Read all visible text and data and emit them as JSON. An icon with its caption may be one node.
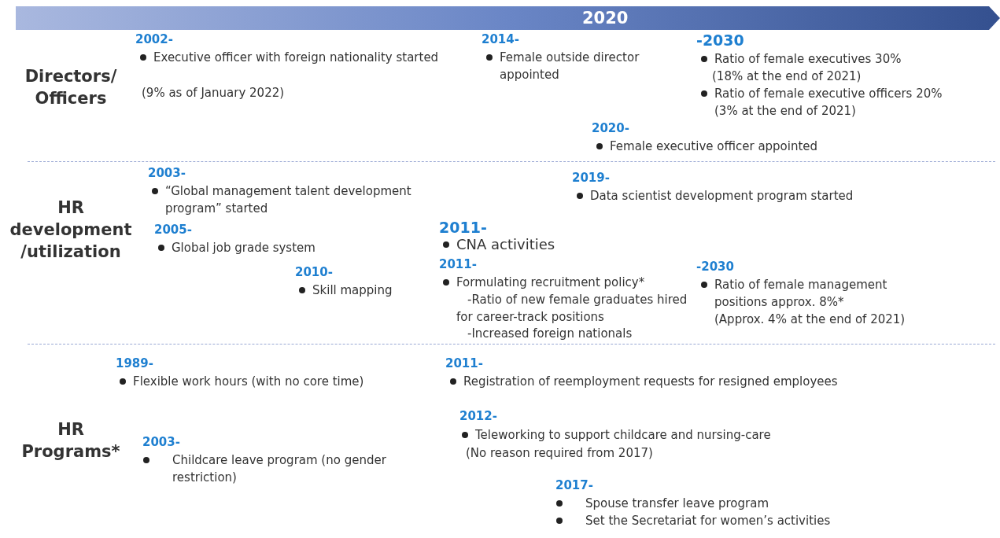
{
  "diagram": {
    "nodes": [
      {
        "text": [
          "2020"
        ]
      }
    ],
    "labels": [
      "Directors/ Officers",
      "2002-",
      "Executive officer with foreign nationality started",
      "(9% as of January 2022)",
      "2014-",
      "Female outside director appointed",
      "-2030",
      "Ratio of female executives 30%",
      "(18% at the end of 2021)",
      "Ratio of female executive officers 20%",
      "(3% at the end of 2021)",
      "2020-",
      "Female executive officer appointed",
      "HR development /utilization",
      "2003-",
      "“Global management talent development program” started",
      "2019-",
      "Data scientist development program started",
      "2005-",
      "Global job grade system",
      "2011-",
      "CNA activities",
      "2011-",
      "Formulating recruitment policy*",
      "-Ratio of new female graduates hired for career-track positions",
      "-Increased foreign nationals",
      "2010-",
      "Skill mapping",
      "-2030",
      "Ratio of female management positions approx. 8%*",
      "(Approx. 4% at the end of 2021)",
      "HR Programs*",
      "1989-",
      "Flexible work hours (with no core time)",
      "2011-",
      "Registration of reemployment requests for resigned employees",
      "2012-",
      "Teleworking to support childcare and nursing-care",
      "(No reason required from 2017)",
      "2003-",
      "Childcare leave program (no gender restriction)",
      "2017-",
      "Spouse transfer leave program",
      "Set the Secretariat for women’s activities"
    ]
  }
}
